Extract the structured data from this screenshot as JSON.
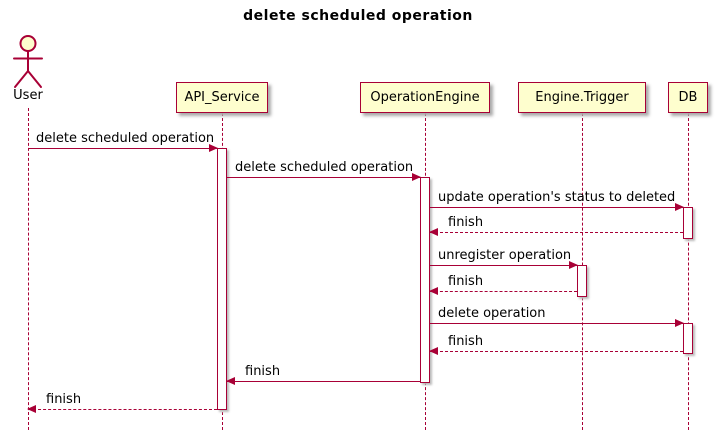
{
  "diagram": {
    "title": "delete scheduled operation",
    "actor": {
      "label": "User"
    },
    "participants": [
      {
        "label": "API_Service"
      },
      {
        "label": "OperationEngine"
      },
      {
        "label": "Engine.Trigger"
      },
      {
        "label": "DB"
      }
    ],
    "messages": [
      {
        "text": "delete scheduled operation",
        "from": "User",
        "to": "API_Service",
        "line": "solid"
      },
      {
        "text": "delete scheduled operation",
        "from": "API_Service",
        "to": "OperationEngine",
        "line": "solid"
      },
      {
        "text": "update operation's status to deleted",
        "from": "OperationEngine",
        "to": "DB",
        "line": "solid"
      },
      {
        "text": "finish",
        "from": "DB",
        "to": "OperationEngine",
        "line": "dashed"
      },
      {
        "text": "unregister operation",
        "from": "OperationEngine",
        "to": "Engine.Trigger",
        "line": "solid"
      },
      {
        "text": "finish",
        "from": "Engine.Trigger",
        "to": "OperationEngine",
        "line": "dashed"
      },
      {
        "text": "delete operation",
        "from": "OperationEngine",
        "to": "DB",
        "line": "solid"
      },
      {
        "text": "finish",
        "from": "DB",
        "to": "OperationEngine",
        "line": "dashed"
      },
      {
        "text": "finish",
        "from": "OperationEngine",
        "to": "API_Service",
        "line": "solid"
      },
      {
        "text": "finish",
        "from": "API_Service",
        "to": "User",
        "line": "dashed"
      }
    ],
    "colors": {
      "accent": "#A80036",
      "participant_fill": "#FEFECE",
      "text": "#000000",
      "background": "#FFFFFF"
    }
  }
}
